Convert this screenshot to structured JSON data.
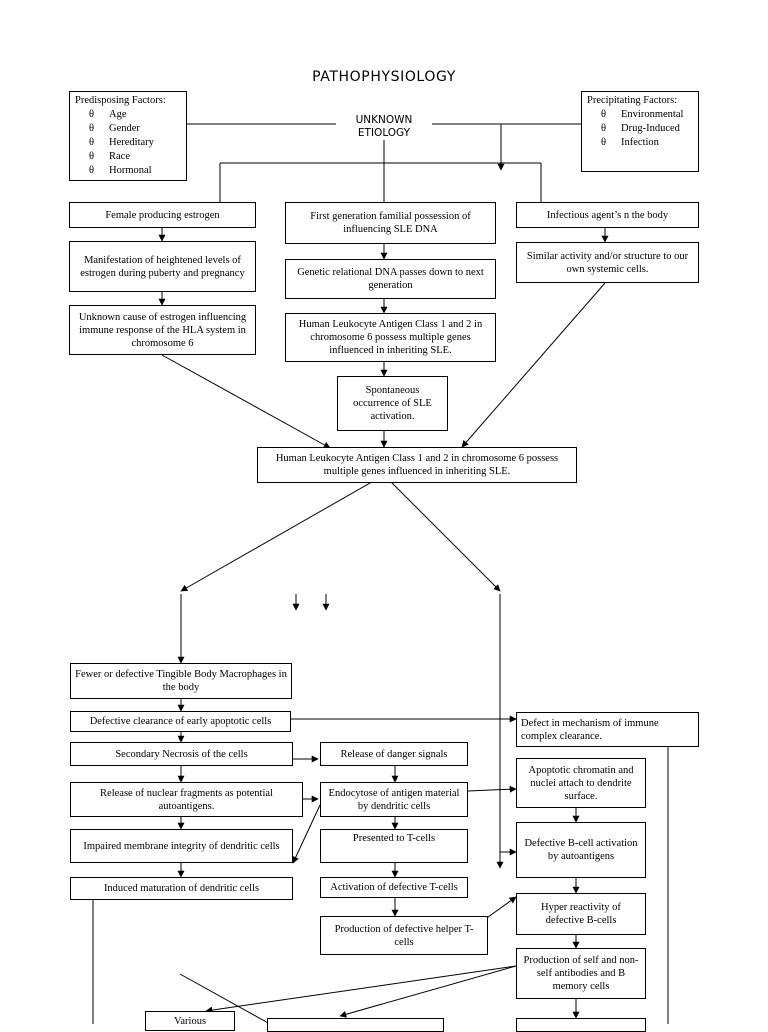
{
  "title": "PATHOPHYSIOLOGY",
  "etiology": "UNKNOWN\nETIOLOGY",
  "predisposing": {
    "heading": "Predisposing Factors:",
    "items": [
      "Age",
      "Gender",
      "Hereditary",
      "Race",
      "Hormonal"
    ]
  },
  "precipitating": {
    "heading": "Precipitating Factors:",
    "items": [
      "Environmental",
      "Drug-Induced",
      "Infection"
    ]
  },
  "boxes": {
    "female_estrogen": "Female producing estrogen",
    "first_generation": "First generation familial possession of influencing SLE DNA",
    "infectious_agents": "Infectious agent’s n the body",
    "heightened_estrogen": "Manifestation of heightened levels of estrogen during puberty and pregnancy",
    "genetic_relational": "Genetic relational DNA passes down to next generation",
    "similar_activity": "Similar activity and/or structure to our own systemic cells.",
    "unknown_cause": "Unknown cause of estrogen influencing immune response of the HLA system in chromosome 6",
    "hla_inheriting": "Human Leukocyte Antigen Class 1 and 2 in chromosome 6 possess multiple genes influenced in inheriting SLE.",
    "spontaneous": "Spontaneous occurrence of SLE activation.",
    "hla_central": "Human Leukocyte Antigen Class 1 and 2 in chromosome 6 possess multiple genes influenced in inheriting SLE.",
    "fewer_macrophages": "Fewer or defective Tingible Body Macrophages in the body",
    "defective_clearance": "Defective clearance of early apoptotic cells",
    "defect_mechanism": "Defect in mechanism of immune complex clearance.",
    "secondary_necrosis": "Secondary Necrosis of the cells",
    "danger_signals": "Release of danger signals",
    "apoptotic_chromatin": "Apoptotic chromatin and nuclei attach to dendrite surface.",
    "nuclear_fragments": "Release of nuclear fragments as potential autoantigens.",
    "endocytose": "Endocytose of antigen material by dendritic cells",
    "impaired_membrane": "Impaired membrane integrity of dendritic cells",
    "presented_tcells": "Presented to T-cells",
    "defective_bcell": "Defective B-cell activation by autoantigens",
    "induced_maturation": "Induced maturation of dendritic cells",
    "activation_tcells": "Activation of defective T-cells",
    "hyper_reactivity": "Hyper reactivity of defective B-cells",
    "helper_tcells": "Production of defective helper T-cells",
    "self_antibodies": "Production of self and non-self antibodies and B memory cells",
    "various": "Various"
  }
}
